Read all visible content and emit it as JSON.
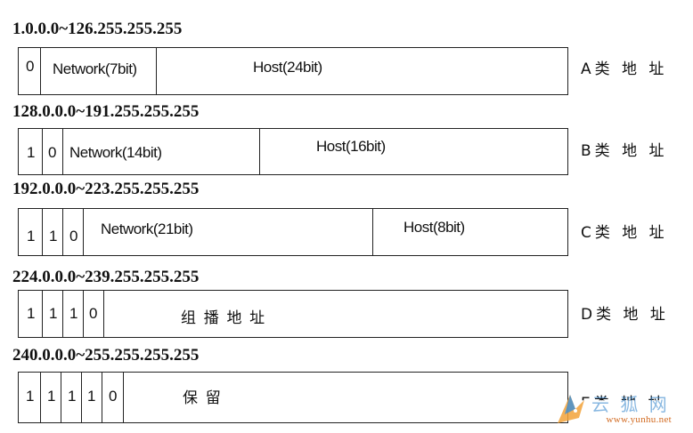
{
  "rows": [
    {
      "range": "1.0.0.0~126.255.255.255",
      "bits": [
        "0"
      ],
      "network": "Network(7bit)",
      "host": "Host(24bit)",
      "class_label": "A类 地 址"
    },
    {
      "range": "128.0.0.0~191.255.255.255",
      "bits": [
        "1",
        "0"
      ],
      "network": "Network(14bit)",
      "host": "Host(16bit)",
      "class_label": "B类 地 址"
    },
    {
      "range": "192.0.0.0~223.255.255.255",
      "bits": [
        "1",
        "1",
        "0"
      ],
      "network": "Network(21bit)",
      "host": "Host(8bit)",
      "class_label": "C类 地 址"
    },
    {
      "range": "224.0.0.0~239.255.255.255",
      "bits": [
        "1",
        "1",
        "1",
        "0"
      ],
      "rest": "组 播 地 址",
      "class_label": "D类 地 址"
    },
    {
      "range": "240.0.0.0~255.255.255.255",
      "bits": [
        "1",
        "1",
        "1",
        "1",
        "0"
      ],
      "rest": "保 留",
      "class_label": "E类 地 址"
    }
  ],
  "watermark": {
    "logo_text": "云 狐 网",
    "url": "www.yunhu.net",
    "logo_color": "#2a7fc9",
    "url_color": "#d26a20"
  }
}
